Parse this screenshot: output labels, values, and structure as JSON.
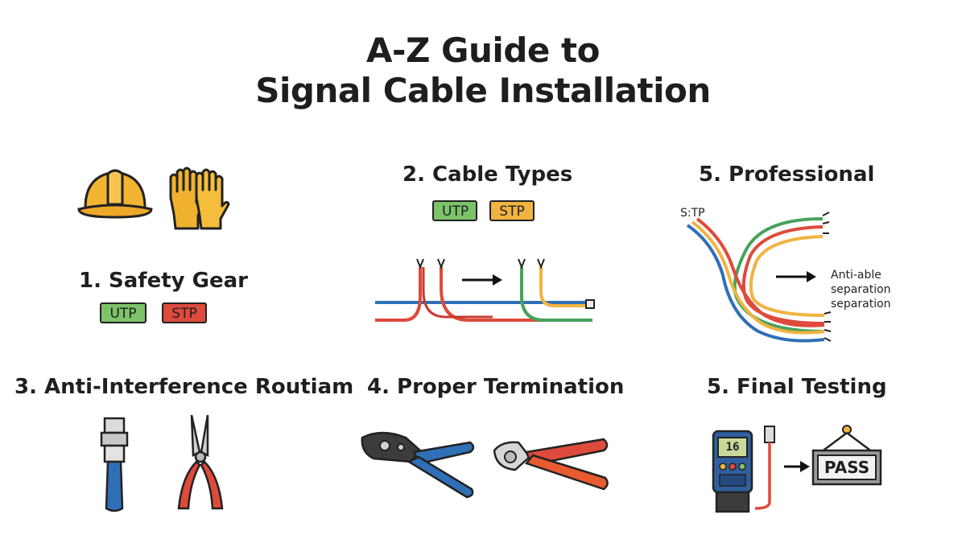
{
  "title": {
    "line1": "A-Z Guide to",
    "line2": "Signal Cable Installation"
  },
  "sections": {
    "safety": {
      "heading": "1. Safety Gear",
      "badges": [
        "UTP",
        "STP"
      ],
      "icons": [
        "hard-hat-icon",
        "gloves-icon"
      ]
    },
    "cable_types": {
      "heading": "2. Cable Types",
      "badges": [
        "UTP",
        "STP"
      ],
      "icons": [
        "cable-routing-icon",
        "arrow-right-icon"
      ]
    },
    "anti_interference": {
      "heading": "3. Anti-Interference Routiam",
      "icons": [
        "coax-connector-icon",
        "wire-stripper-icon"
      ]
    },
    "termination": {
      "heading": "4. Proper Termination",
      "icons": [
        "crimping-tool-icon",
        "cable-cutter-icon"
      ]
    },
    "professional": {
      "heading": "5. Professional",
      "cable_label": "S:TP",
      "note_line1": "Anti-able",
      "note_line2": "separation",
      "note_line3": "separation",
      "icons": [
        "cable-bundle-icon",
        "arrow-right-icon"
      ]
    },
    "testing": {
      "heading": "5. Final Testing",
      "meter_readout": "16",
      "sign_text": "PASS",
      "icons": [
        "cable-tester-icon",
        "arrow-right-icon",
        "pass-sign-icon"
      ]
    }
  },
  "colors": {
    "green": "#7cc36a",
    "red": "#de4a3c",
    "orange": "#f1b341",
    "blue": "#2f6fb6",
    "dark": "#1f1f1f"
  }
}
